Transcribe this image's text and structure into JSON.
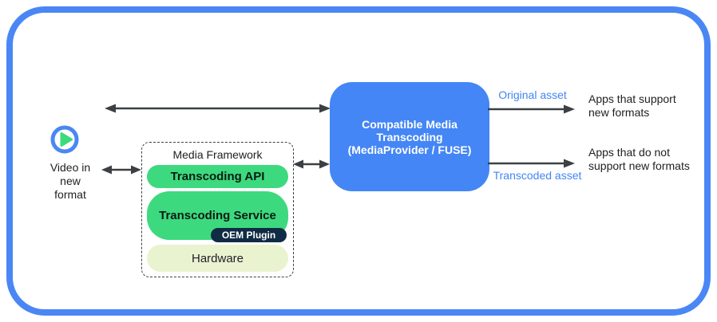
{
  "colors": {
    "frame_blue": "#4a87f5",
    "box_blue": "#4486f5",
    "green": "#3dd97f",
    "navy": "#0f2c44",
    "cream": "#eaf3d0",
    "arrow_gray": "#3c4043",
    "label_blue": "#4285f4",
    "text_dark": "#202124"
  },
  "source": {
    "label_lines": [
      "Video in",
      "new",
      "format"
    ]
  },
  "media_framework": {
    "title": "Media Framework",
    "layers": {
      "api": "Transcoding API",
      "service": "Transcoding Service",
      "oem": "OEM Plugin",
      "hardware": "Hardware"
    }
  },
  "transcoder": {
    "title_lines": [
      "Compatible Media",
      "Transcoding",
      "(MediaProvider / FUSE)"
    ]
  },
  "outputs": {
    "original": {
      "arrow_label": "Original asset",
      "destination_lines": [
        "Apps that support",
        "new formats"
      ]
    },
    "transcoded": {
      "arrow_label": "Transcoded asset",
      "destination_lines": [
        "Apps that do not",
        "support new formats"
      ]
    }
  }
}
